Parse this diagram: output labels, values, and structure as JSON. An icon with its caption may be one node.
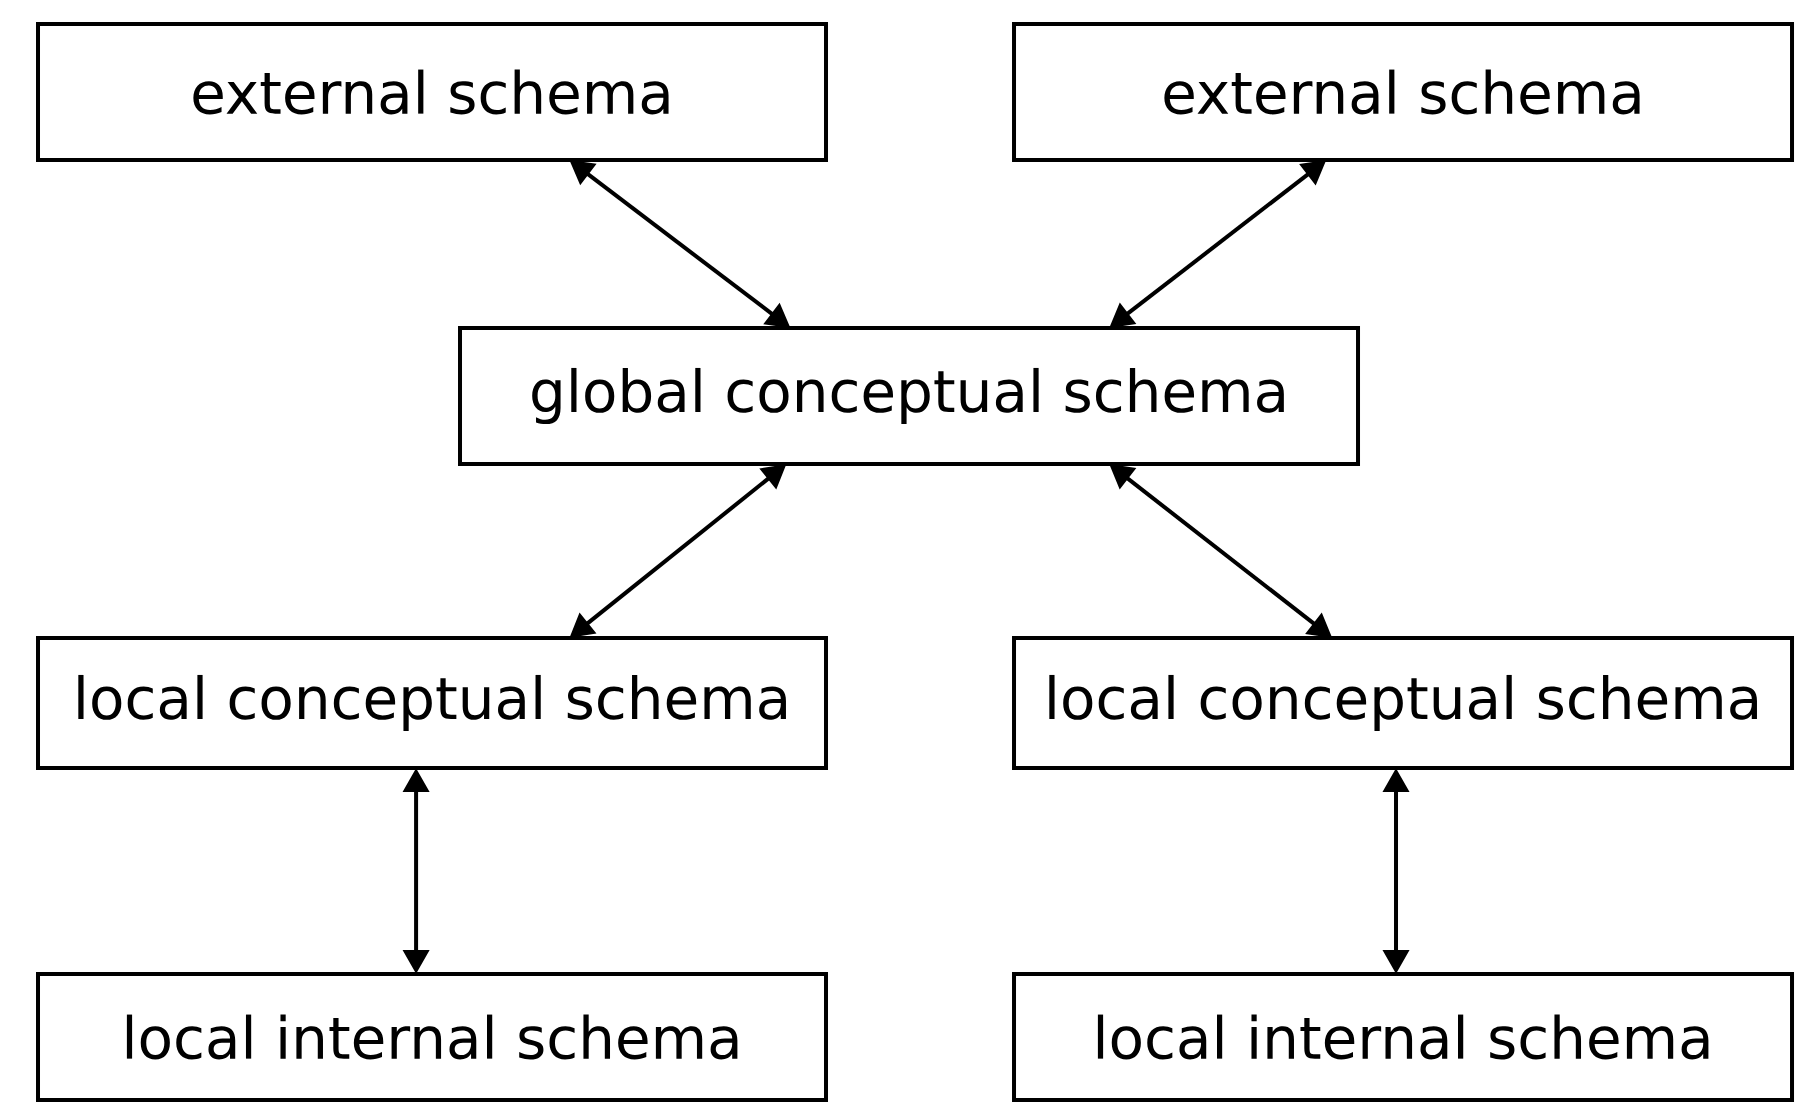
{
  "diagram": {
    "nodes": [
      {
        "text": [
          "external schema"
        ]
      },
      {
        "text": [
          "external schema"
        ]
      },
      {
        "text": [
          "global conceptual schema"
        ]
      },
      {
        "text": [
          "local conceptual schema"
        ]
      },
      {
        "text": [
          "local conceptual schema"
        ]
      },
      {
        "text": [
          "local internal schema"
        ]
      },
      {
        "text": [
          "local internal schema"
        ]
      }
    ],
    "edges": [
      {
        "from": 0,
        "to": 2,
        "arrow": "both"
      },
      {
        "from": 1,
        "to": 2,
        "arrow": "both"
      },
      {
        "from": 2,
        "to": 3,
        "arrow": "both"
      },
      {
        "from": 2,
        "to": 4,
        "arrow": "both"
      },
      {
        "from": 3,
        "to": 5,
        "arrow": "both"
      },
      {
        "from": 4,
        "to": 6,
        "arrow": "both"
      }
    ]
  }
}
